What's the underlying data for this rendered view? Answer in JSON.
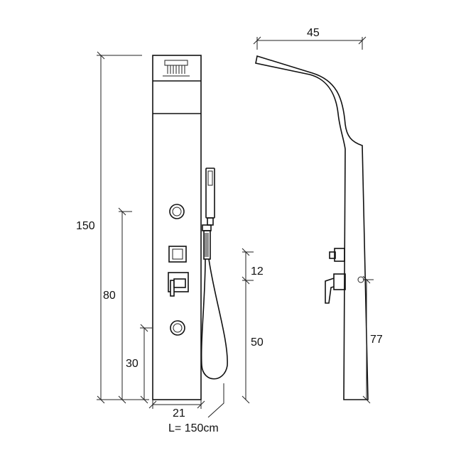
{
  "dimensions": {
    "panel_height": "150",
    "outlet_height": "80",
    "lower_jet_height": "30",
    "panel_width": "21",
    "hose_length": "L= 150cm",
    "head_projection": "45",
    "valve_spacing": "12",
    "valve_to_jet": "50",
    "side_valve_height": "77"
  }
}
